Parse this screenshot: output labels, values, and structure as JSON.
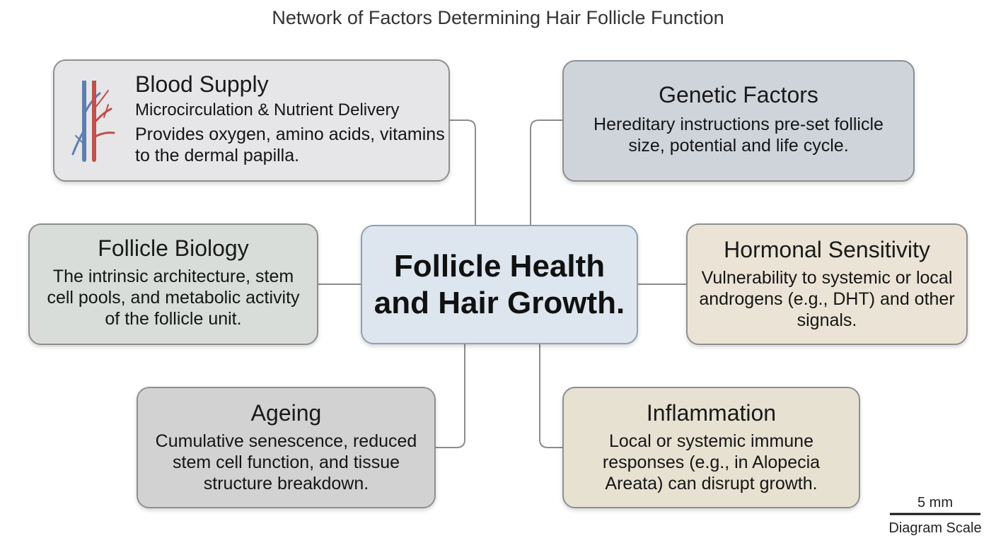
{
  "title": "Network of Factors Determining Hair Follicle Function",
  "center": {
    "label": "Follicle Health and Hair Growth."
  },
  "factors": {
    "blood_supply": {
      "title": "Blood Supply",
      "subtitle": "Microcirculation & Nutrient Delivery",
      "description": "Provides oxygen, amino acids, vitamins to the dermal papilla.",
      "icon": "blood-vessel-icon"
    },
    "genetic": {
      "title": "Genetic Factors",
      "description": "Hereditary instructions pre-set follicle size, potential and life cycle."
    },
    "biology": {
      "title": "Follicle Biology",
      "description": "The intrinsic architecture, stem cell pools, and metabolic activity of the follicle unit."
    },
    "hormonal": {
      "title": "Hormonal Sensitivity",
      "description": "Vulnerability to systemic or local androgens (e.g., DHT) and other signals."
    },
    "ageing": {
      "title": "Ageing",
      "description": "Cumulative senescence, reduced stem cell function, and tissue structure breakdown."
    },
    "inflammation": {
      "title": "Inflammation",
      "description": "Local or systemic immune responses (e.g., in Alopecia Areata) can disrupt growth."
    }
  },
  "scale": {
    "value": "5 mm",
    "label": "Diagram Scale"
  },
  "colors": {
    "blood_supply_fill": "#e6e6e8",
    "genetic_fill": "#cfd4db",
    "biology_fill": "#d8ddd9",
    "hormonal_fill": "#ebe4d6",
    "ageing_fill": "#d2d2d2",
    "inflammation_fill": "#e7e1d2",
    "center_fill": "#dde6ee",
    "vein_blue": "#5c7fb0",
    "artery_red": "#c0504d",
    "connector": "#8c8c8c"
  }
}
